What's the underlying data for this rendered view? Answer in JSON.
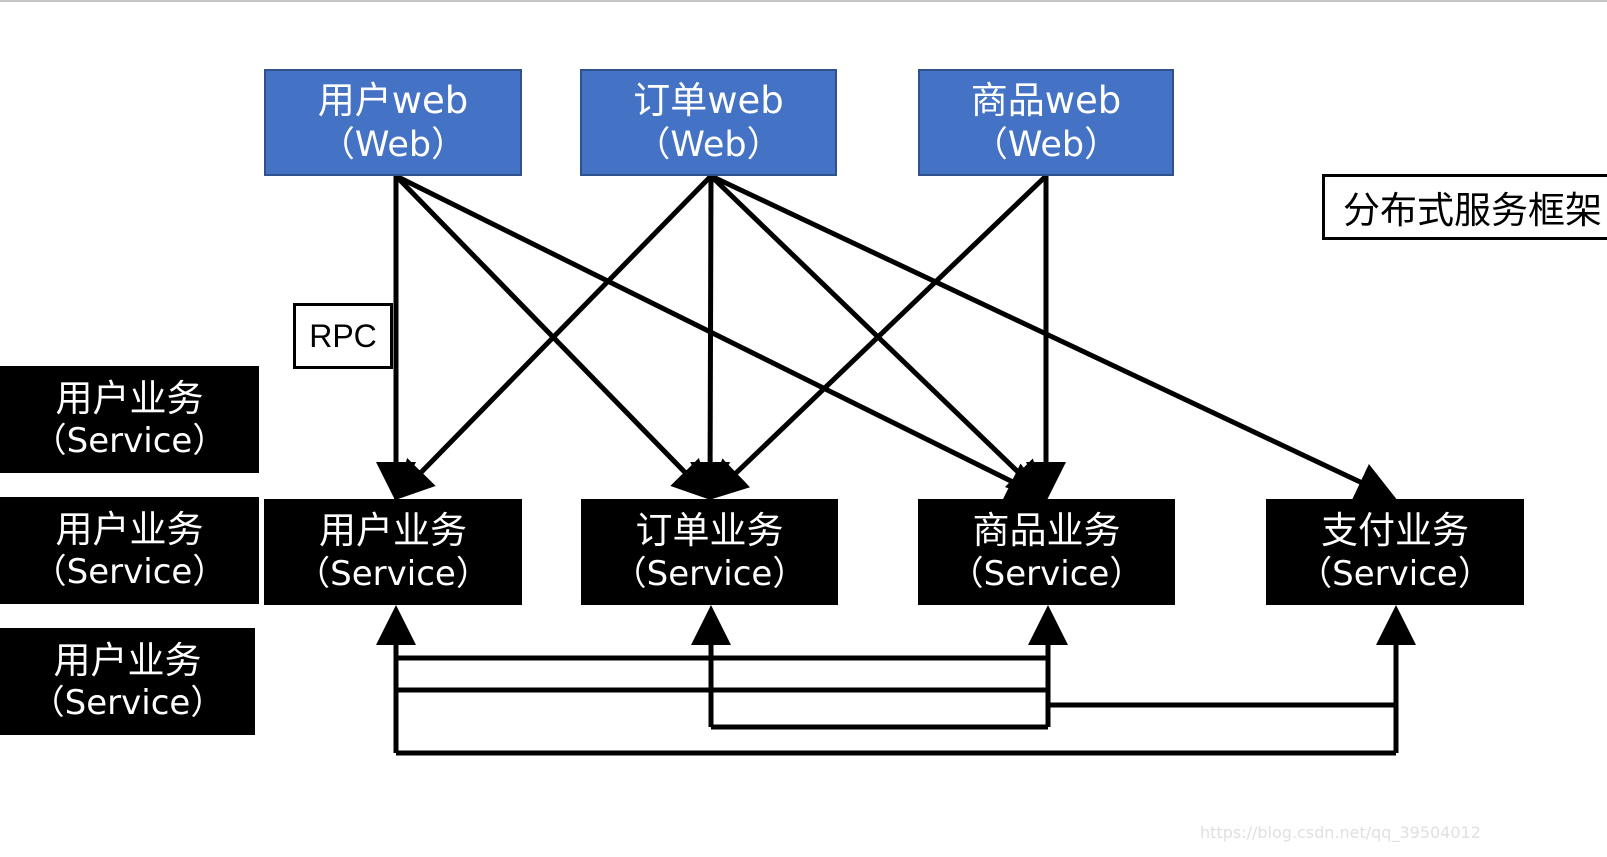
{
  "web_nodes": [
    {
      "name": "用户web",
      "sub": "（Web）"
    },
    {
      "name": "订单web",
      "sub": "（Web）"
    },
    {
      "name": "商品web",
      "sub": "（Web）"
    }
  ],
  "service_nodes": [
    {
      "name": "用户业务",
      "sub": "（Service）"
    },
    {
      "name": "订单业务",
      "sub": "（Service）"
    },
    {
      "name": "商品业务",
      "sub": "（Service）"
    },
    {
      "name": "支付业务",
      "sub": "（Service）"
    }
  ],
  "left_replicas": [
    {
      "name": "用户业务",
      "sub": "（Service）"
    },
    {
      "name": "用户业务",
      "sub": "（Service）"
    },
    {
      "name": "用户业务",
      "sub": "（Service）"
    }
  ],
  "rpc_label": "RPC",
  "framework_label": "分布式服务框架",
  "watermark": "https://blog.csdn.net/qq_39504012",
  "colors": {
    "web_fill": "#4472c4",
    "web_border": "#2f528f",
    "service_fill": "#000000",
    "text_light": "#ffffff",
    "line": "#000000"
  }
}
